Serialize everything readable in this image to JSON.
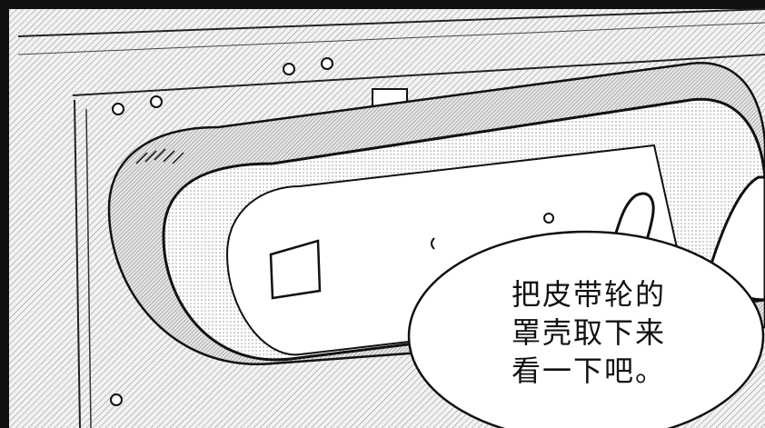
{
  "comic_panel": {
    "speech_bubble": {
      "lines": [
        "把皮带轮的",
        "罩壳取下来",
        "看一下吧。"
      ]
    }
  },
  "colors": {
    "ink": "#111111",
    "paper": "#ffffff",
    "tone": "#d9d9d9"
  }
}
